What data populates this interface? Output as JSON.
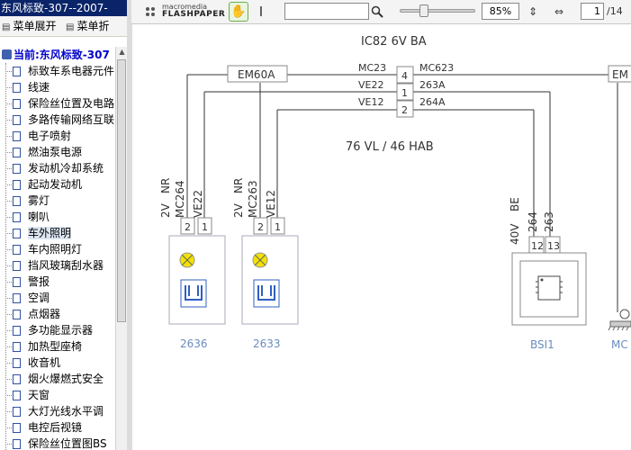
{
  "window": {
    "title": "东风标致-307--2007-"
  },
  "toolbar": {
    "expand_label": "菜单展开",
    "collapse_label": "菜单折"
  },
  "tree": {
    "root_label": "当前:东风标致-307",
    "items": [
      {
        "label": "标致车系电器元件"
      },
      {
        "label": "线速"
      },
      {
        "label": "保险丝位置及电路"
      },
      {
        "label": "多路传输网络互联"
      },
      {
        "label": "电子喷射"
      },
      {
        "label": "燃油泵电源"
      },
      {
        "label": "发动机冷却系统"
      },
      {
        "label": "起动发动机"
      },
      {
        "label": "雾灯"
      },
      {
        "label": "喇叭"
      },
      {
        "label": "车外照明"
      },
      {
        "label": "车内照明灯"
      },
      {
        "label": "挡风玻璃刮水器"
      },
      {
        "label": "警报"
      },
      {
        "label": "空调"
      },
      {
        "label": "点烟器"
      },
      {
        "label": "多功能显示器"
      },
      {
        "label": "加热型座椅"
      },
      {
        "label": "收音机"
      },
      {
        "label": "烟火爆燃式安全"
      },
      {
        "label": "天窗"
      },
      {
        "label": "大灯光线水平调"
      },
      {
        "label": "电控后视镜"
      },
      {
        "label": "保险丝位置图BS"
      }
    ],
    "selected_index": 10
  },
  "viewer": {
    "logo_top": "macromedia",
    "logo_bottom": "FLASHPAPER",
    "zoom": "85%",
    "page_current": "1",
    "page_total": "/14",
    "search_value": ""
  },
  "diagram": {
    "header1": "IC82   6V  BA",
    "header2": "76 VL / 46 HAB",
    "em60a": "EM60A",
    "em_right": "EM",
    "rows": [
      {
        "left": "MC23",
        "pin": "4",
        "right": "MC623"
      },
      {
        "left": "VE22",
        "pin": "1",
        "right": "263A"
      },
      {
        "left": "VE12",
        "pin": "2",
        "right": "264A"
      }
    ],
    "c2636": {
      "rot": [
        "2V",
        "NR",
        "MC264",
        "VE22"
      ],
      "pins": [
        "2",
        "1"
      ],
      "name": "2636"
    },
    "c2633": {
      "rot": [
        "2V",
        "NR",
        "MC263",
        "VE12"
      ],
      "pins": [
        "2",
        "1"
      ],
      "name": "2633"
    },
    "bsi": {
      "rot": [
        "40V",
        "BE",
        "264",
        "263"
      ],
      "pins": [
        "12",
        "13"
      ],
      "name": "BSI1"
    },
    "right_partial": "MC"
  }
}
